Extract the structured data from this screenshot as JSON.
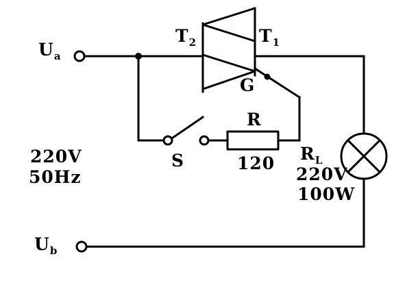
{
  "labels": {
    "ua": {
      "base": "U",
      "sub": "a"
    },
    "ub": {
      "base": "U",
      "sub": "b"
    },
    "source_voltage": "220V",
    "source_frequency": "50Hz",
    "t2": {
      "base": "T",
      "sub": "2"
    },
    "t1": {
      "base": "T",
      "sub": "1"
    },
    "gate": "G",
    "switch": "S",
    "resistor": "R",
    "resistor_value": "120",
    "load": {
      "base": "R",
      "sub": "L"
    },
    "load_voltage": "220V",
    "load_power": "100W"
  },
  "colors": {
    "wire": "#000000",
    "background": "#ffffff"
  }
}
